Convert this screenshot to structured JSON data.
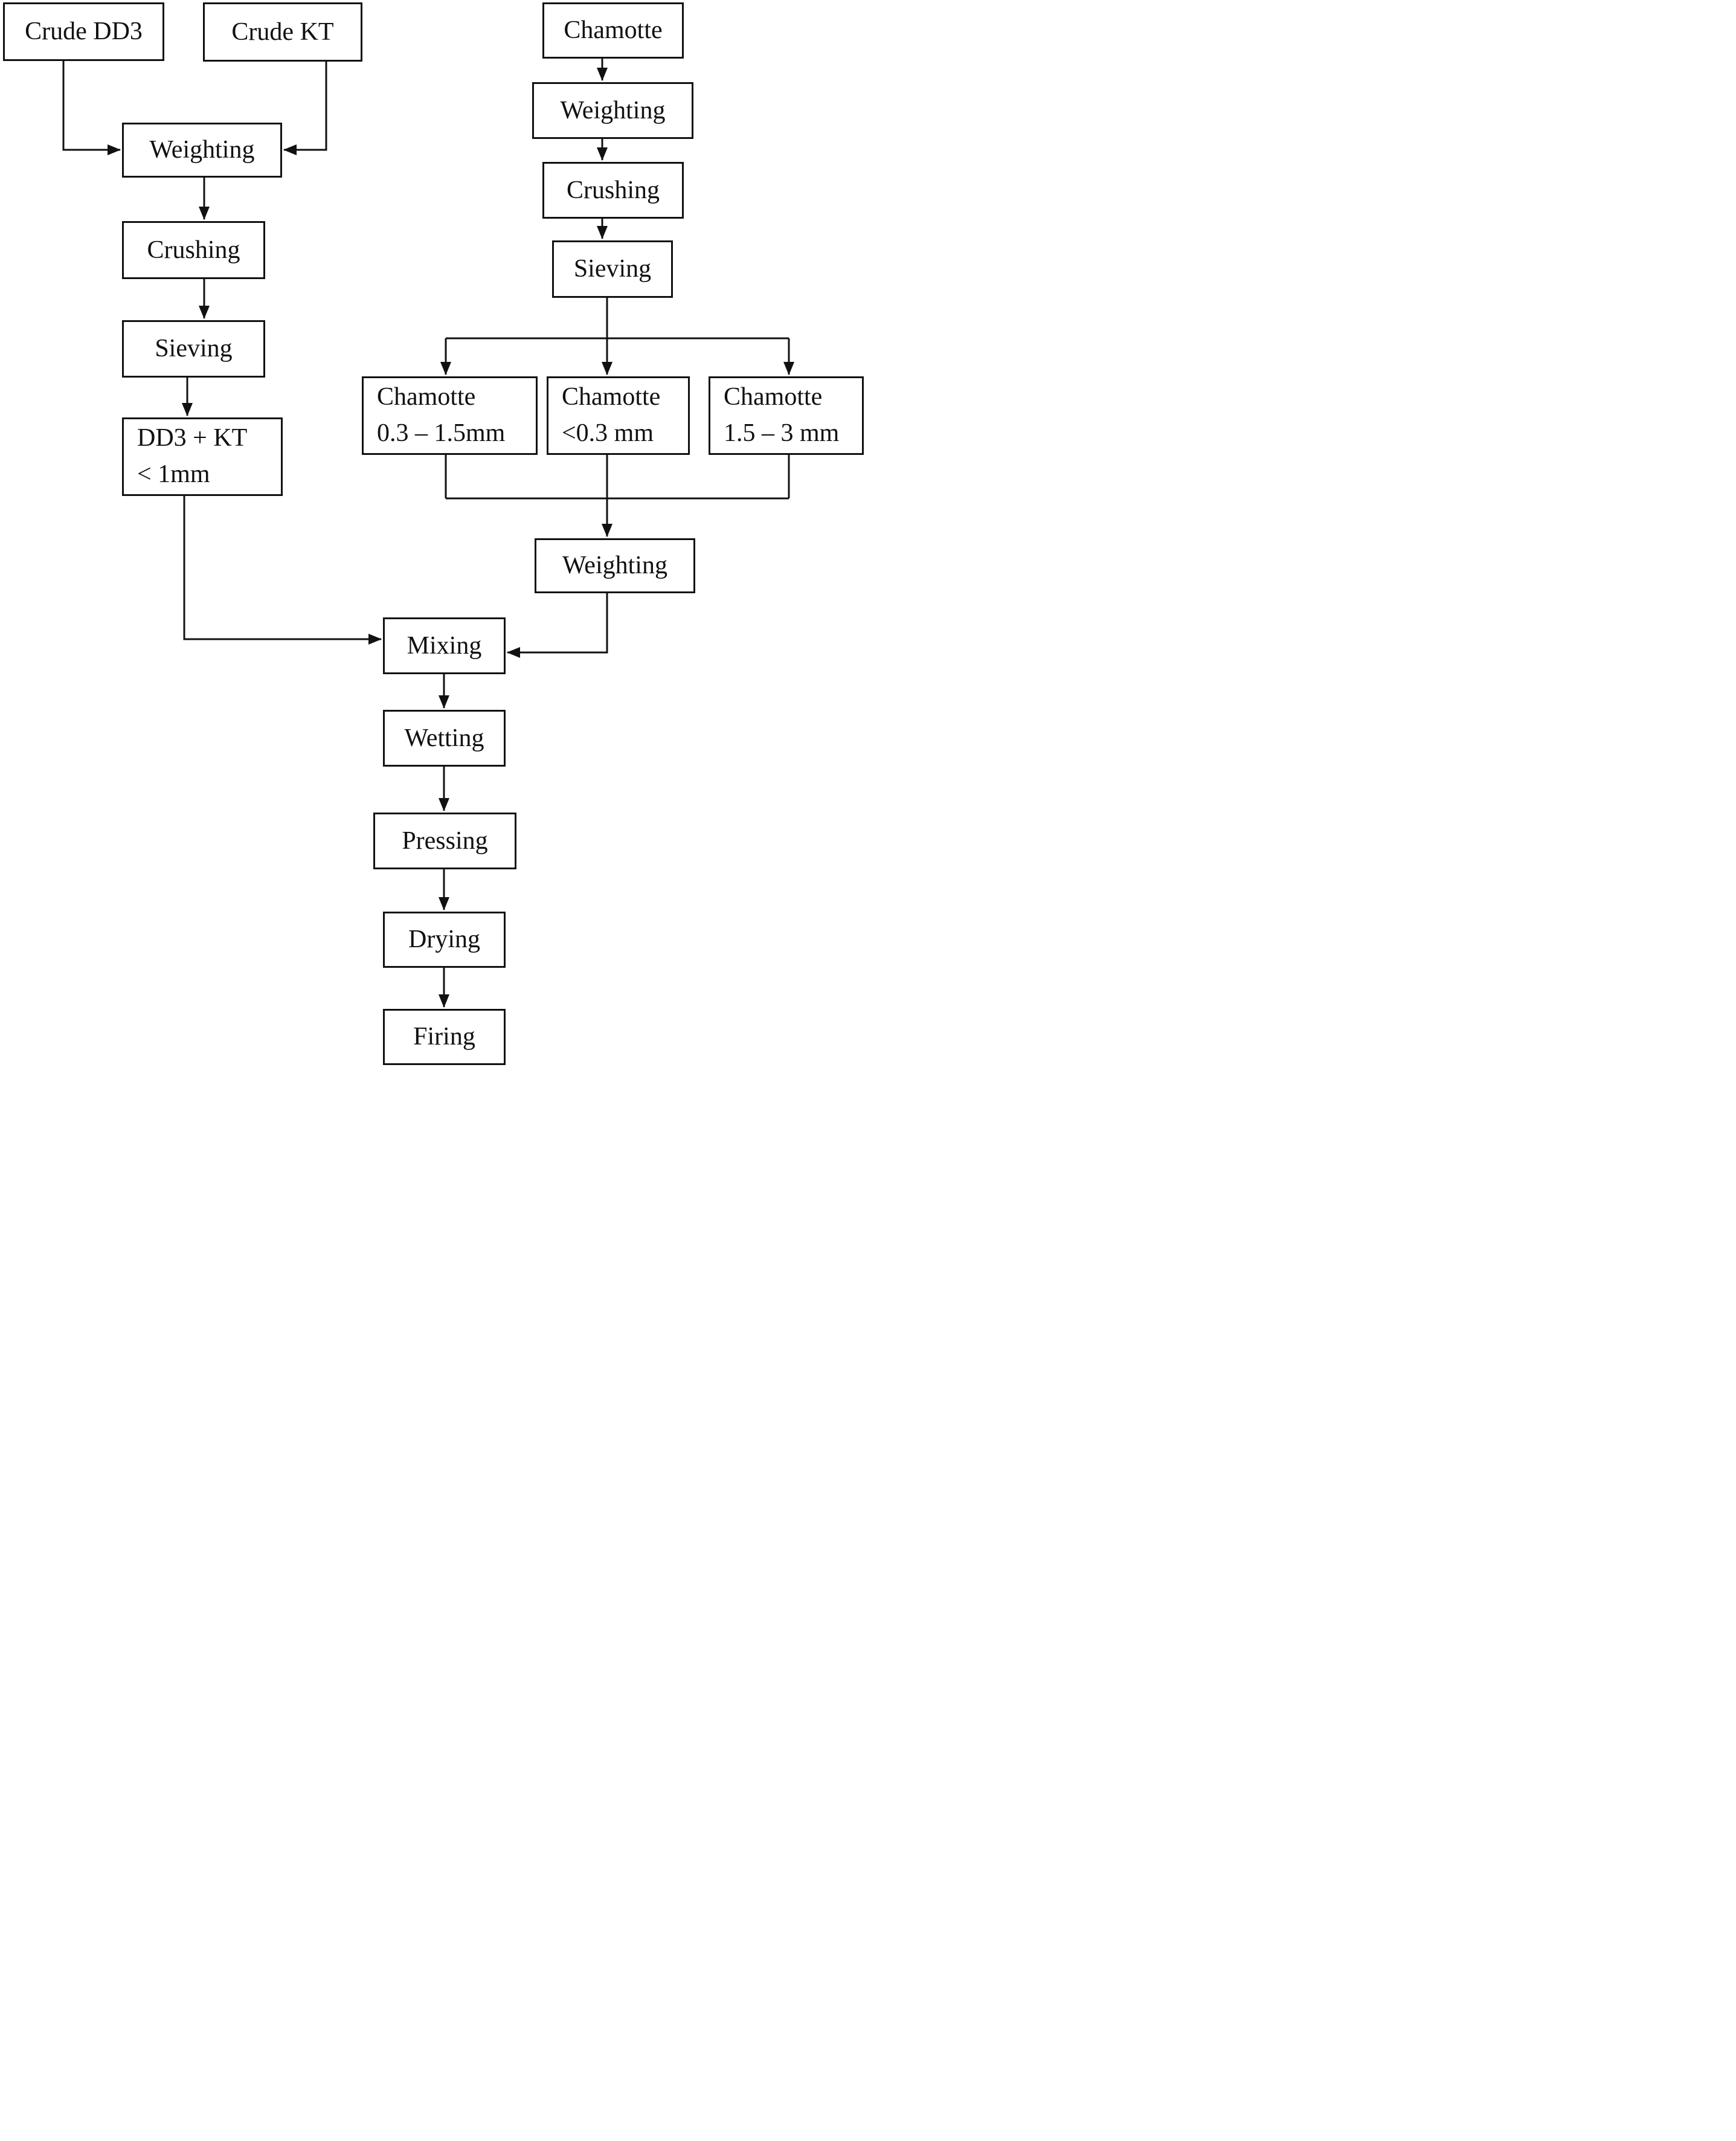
{
  "diagram": {
    "description": "Process flowchart for preparing and firing a ceramic body from crude DD3 and KT clays mixed with sized chamotte",
    "colors": {
      "background": "#ffffff",
      "box_fill": "#ffffff",
      "line": "#111111",
      "text": "#111111"
    },
    "nodes": {
      "crude_dd3": {
        "label": "Crude DD3"
      },
      "crude_kt": {
        "label": "Crude KT"
      },
      "weighting_l": {
        "label": "Weighting"
      },
      "crushing_l": {
        "label": "Crushing"
      },
      "sieving_l": {
        "label": "Sieving"
      },
      "dd3_kt": {
        "line1": "DD3 + KT",
        "line2": "< 1mm"
      },
      "chamotte": {
        "label": "Chamotte"
      },
      "weighting_r": {
        "label": "Weighting"
      },
      "crushing_r": {
        "label": "Crushing"
      },
      "sieving_r": {
        "label": "Sieving"
      },
      "cham_fine": {
        "line1": "Chamotte",
        "line2": "0.3 – 1.5mm"
      },
      "cham_small": {
        "line1": "Chamotte",
        "line2": "<0.3 mm"
      },
      "cham_coarse": {
        "line1": "Chamotte",
        "line2": "1.5 – 3 mm"
      },
      "weighting_m": {
        "label": "Weighting"
      },
      "mixing": {
        "label": "Mixing"
      },
      "wetting": {
        "label": "Wetting"
      },
      "pressing": {
        "label": "Pressing"
      },
      "drying": {
        "label": "Drying"
      },
      "firing": {
        "label": "Firing"
      }
    },
    "edges": [
      {
        "from": "Crude DD3",
        "to": "Weighting (left)"
      },
      {
        "from": "Crude KT",
        "to": "Weighting (left)"
      },
      {
        "from": "Weighting (left)",
        "to": "Crushing (left)"
      },
      {
        "from": "Crushing (left)",
        "to": "Sieving (left)"
      },
      {
        "from": "Sieving (left)",
        "to": "DD3 + KT < 1mm"
      },
      {
        "from": "DD3 + KT < 1mm",
        "to": "Mixing"
      },
      {
        "from": "Chamotte",
        "to": "Weighting (right)"
      },
      {
        "from": "Weighting (right)",
        "to": "Crushing (right)"
      },
      {
        "from": "Crushing (right)",
        "to": "Sieving (right)"
      },
      {
        "from": "Sieving (right)",
        "to": "Chamotte 0.3 – 1.5mm"
      },
      {
        "from": "Sieving (right)",
        "to": "Chamotte <0.3 mm"
      },
      {
        "from": "Sieving (right)",
        "to": "Chamotte 1.5 – 3 mm"
      },
      {
        "from": "Chamotte 0.3 – 1.5mm",
        "to": "Weighting (merge)"
      },
      {
        "from": "Chamotte <0.3 mm",
        "to": "Weighting (merge)"
      },
      {
        "from": "Chamotte 1.5 – 3 mm",
        "to": "Weighting (merge)"
      },
      {
        "from": "Weighting (merge)",
        "to": "Mixing"
      },
      {
        "from": "Mixing",
        "to": "Wetting"
      },
      {
        "from": "Wetting",
        "to": "Pressing"
      },
      {
        "from": "Pressing",
        "to": "Drying"
      },
      {
        "from": "Drying",
        "to": "Firing"
      }
    ]
  }
}
